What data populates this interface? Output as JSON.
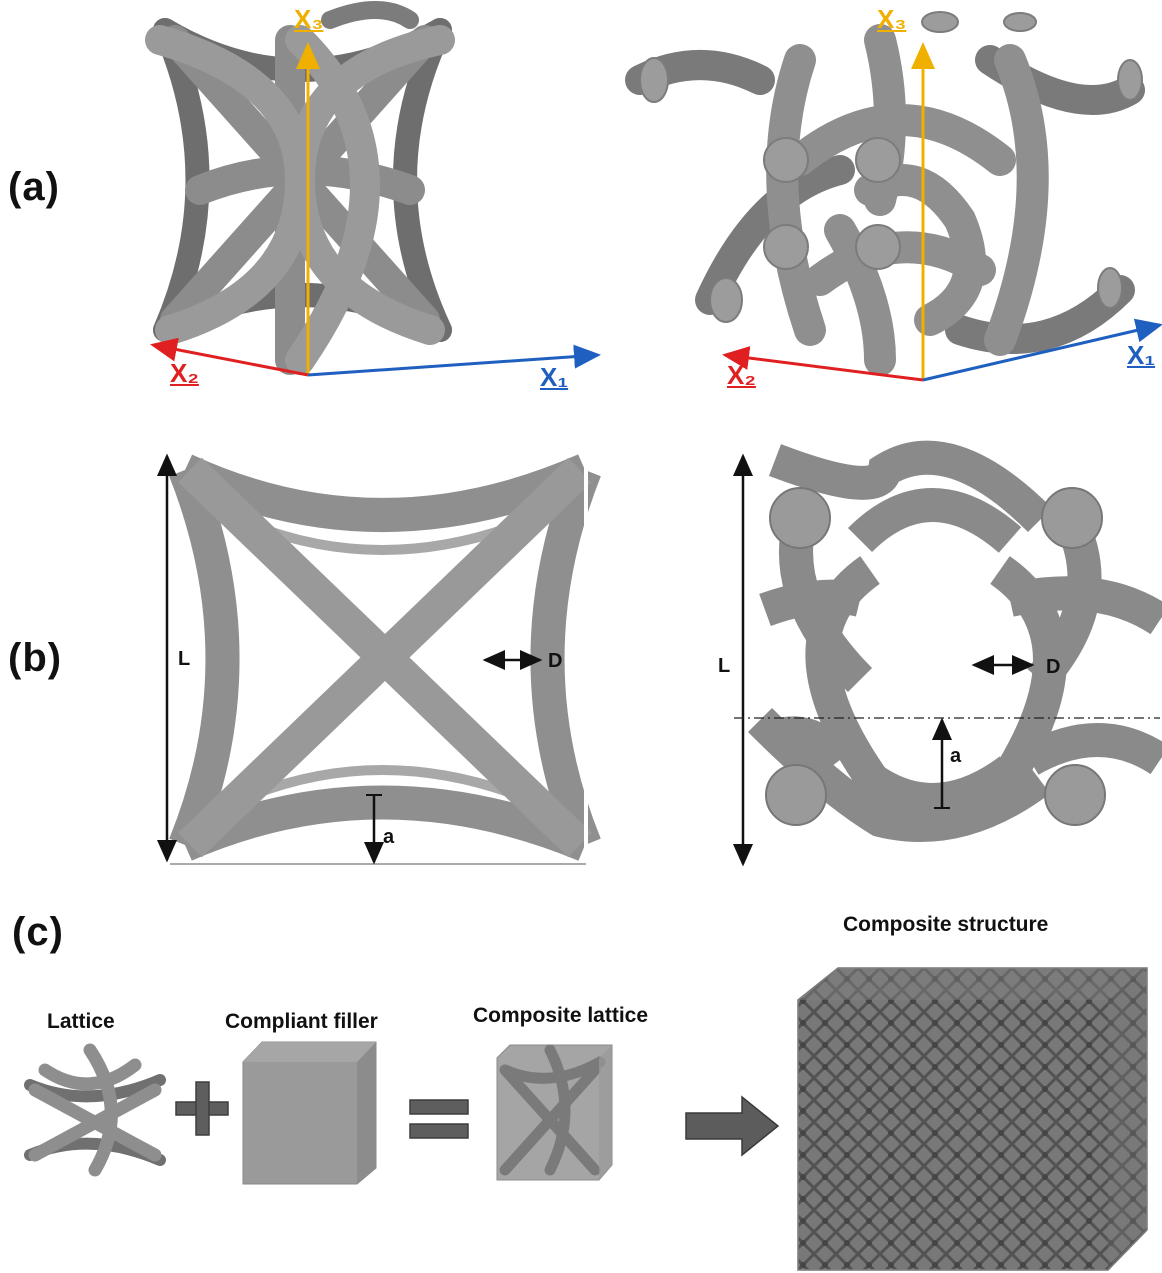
{
  "panels": {
    "a": "(a)",
    "b": "(b)",
    "c": "(c)"
  },
  "axes": {
    "x1": "X₁",
    "x2": "X₂",
    "x3": "X₃"
  },
  "dimensions": {
    "L": "L",
    "D": "D",
    "a": "a"
  },
  "captions": {
    "lattice": "Lattice",
    "filler": "Compliant filler",
    "composite_lattice": "Composite lattice",
    "composite_structure": "Composite structure"
  },
  "colors": {
    "x1": "#1f5fbf",
    "x2": "#e02020",
    "x3": "#f0b000",
    "strut": "#8e8e8e",
    "strut_dark": "#5e5e5e"
  }
}
